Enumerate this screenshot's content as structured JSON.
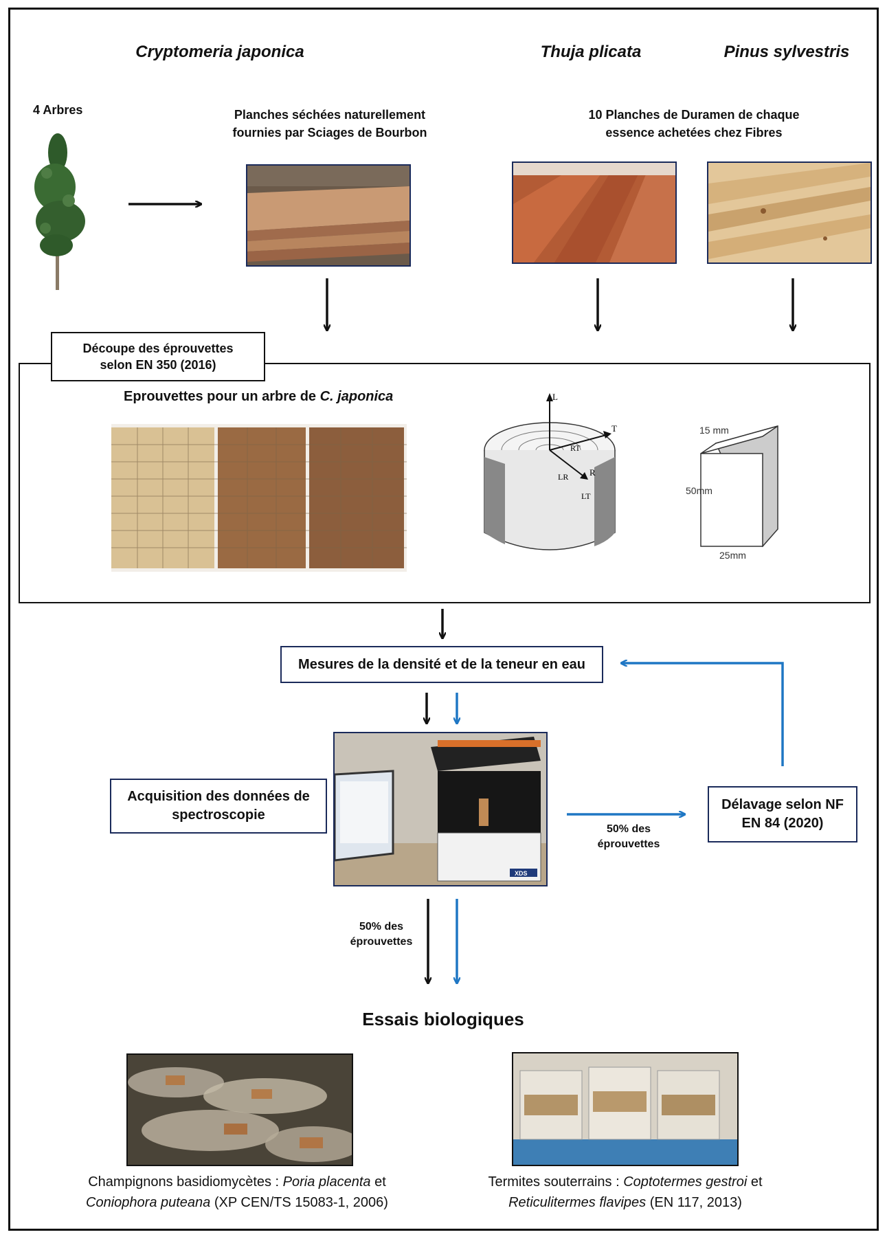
{
  "species": {
    "cryptomeria": "Cryptomeria japonica",
    "thuja": "Thuja plicata",
    "pinus": "Pinus sylvestris"
  },
  "top": {
    "trees_label": "4 Arbres",
    "planks_cj_line1": "Planches séchées naturellement",
    "planks_cj_line2": "fournies par Sciages de Bourbon",
    "planks_other_line1": "10 Planches de Duramen de chaque",
    "planks_other_line2": "essence achetées chez Fibres"
  },
  "cutting": {
    "tab_line1": "Découpe des éprouvettes",
    "tab_line2": "selon EN 350 (2016)",
    "title_prefix": "Eprouvettes pour un arbre de ",
    "title_species": "C. japonica",
    "axes": {
      "L": "L",
      "T": "T",
      "R": "R",
      "RT": "RT",
      "LR": "LR",
      "LT": "LT"
    },
    "dims": {
      "top": "15 mm",
      "height": "50mm",
      "base": "25mm"
    }
  },
  "steps": {
    "measures": "Mesures de la densité et de la teneur en eau",
    "acq_line1": "Acquisition des données de",
    "acq_line2": "spectroscopie",
    "leach_line1": "Délavage selon NF",
    "leach_line2": "EN 84 (2020)",
    "pct_right_line1": "50% des",
    "pct_right_line2": "éprouvettes",
    "pct_down_line1": "50% des",
    "pct_down_line2": "éprouvettes",
    "instrument_brand": "XDS"
  },
  "bio": {
    "title": "Essais biologiques",
    "fungi_prefix": "Champignons basidiomycètes : ",
    "fungi_sp1": "Poria placenta",
    "fungi_and": " et",
    "fungi_sp2": "Coniophora puteana",
    "fungi_ref": " (XP CEN/TS 15083-1, 2006)",
    "termites_prefix": "Termites souterrains : ",
    "termites_sp1": "Coptotermes gestroi",
    "termites_and": " et",
    "termites_sp2": "Reticulitermes flavipes",
    "termites_ref": " (EN 117, 2013)"
  },
  "colors": {
    "frame": "#111111",
    "box_border": "#1a2a5a",
    "blue_arrow": "#1f77c4",
    "black_arrow": "#111111"
  }
}
